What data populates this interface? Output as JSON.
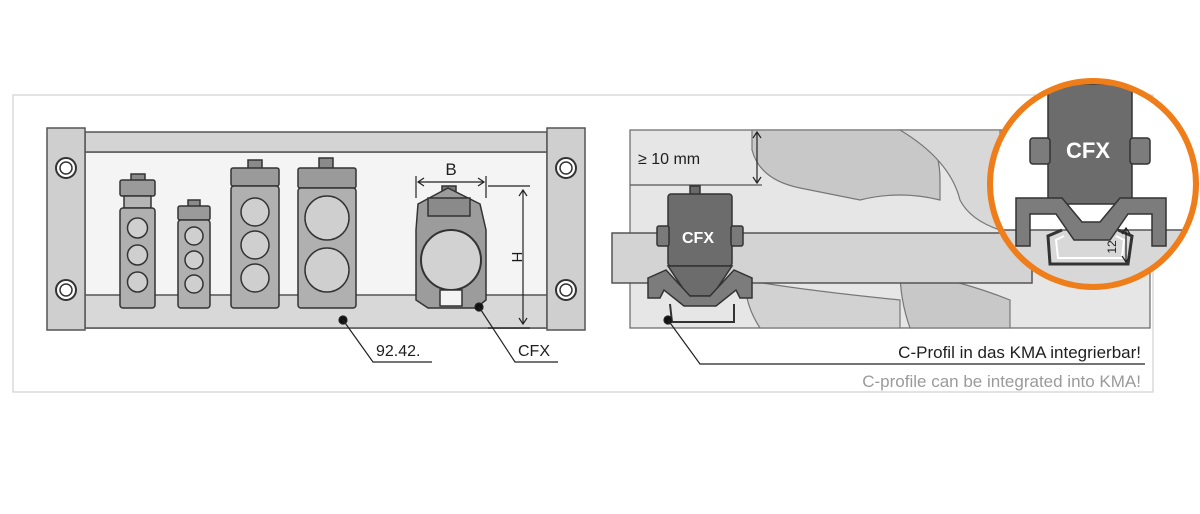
{
  "left_panel": {
    "dim_width_label": "B",
    "dim_height_label": "H",
    "callout_rail": "92.42.",
    "callout_clamp": "CFX"
  },
  "right_panel": {
    "gap_label": "≥ 10 mm",
    "clamp_label": "CFX",
    "caption_de": "C-Profil in das KMA integrierbar!",
    "caption_en": "C-profile can be integrated into KMA!"
  },
  "zoom_detail": {
    "clamp_label": "CFX",
    "dim_label": "12"
  },
  "colors": {
    "frame_grey": "#d6d6d6",
    "clamp_dark": "#6a6a6a",
    "highlight_orange": "#ef7d1a",
    "caption_grey": "#9a9a9a"
  }
}
